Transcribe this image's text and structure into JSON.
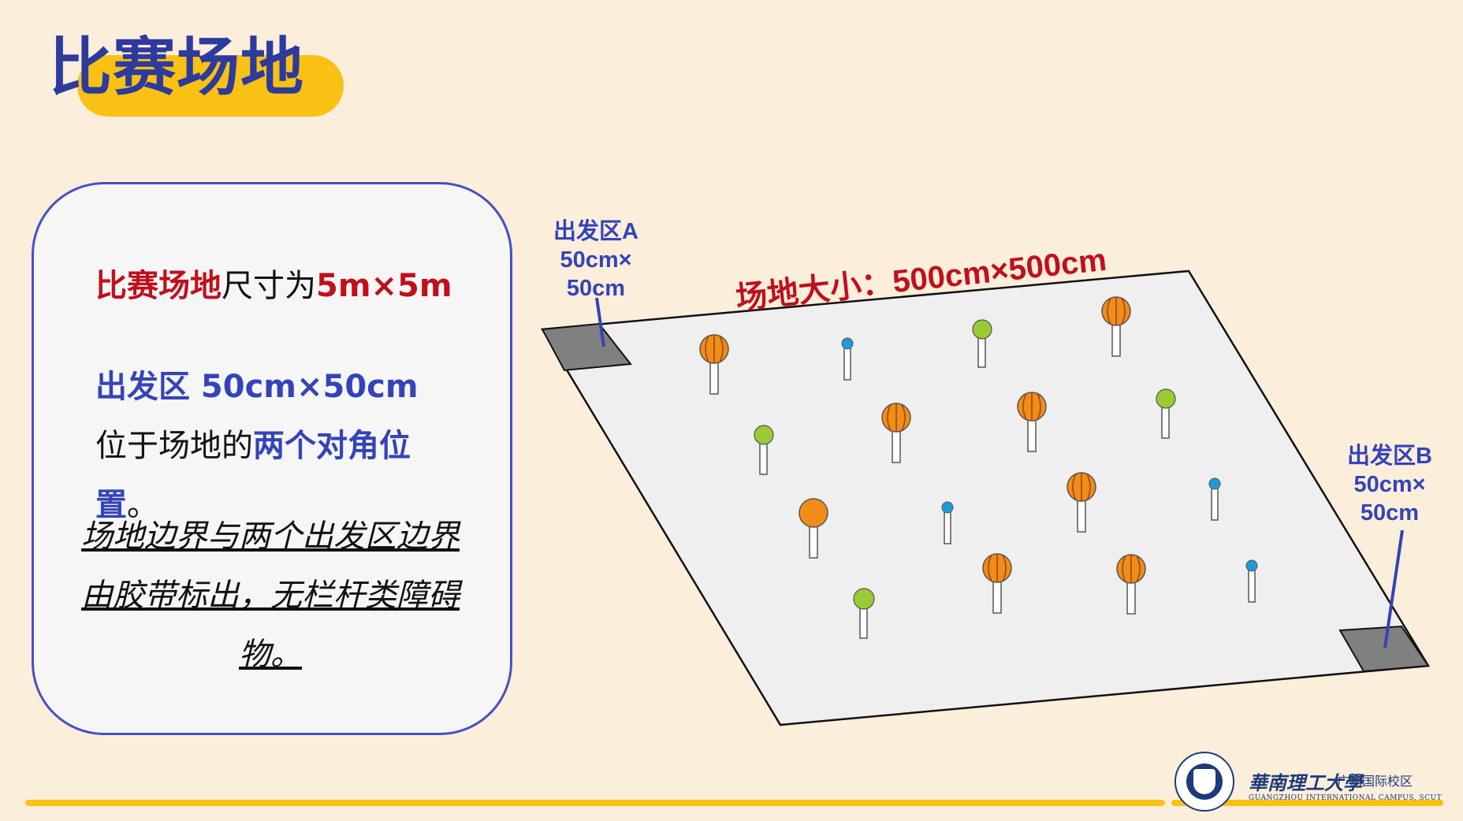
{
  "title": "比赛场地",
  "panel": {
    "line1_red": "比赛场地",
    "line1_mid": "尺寸为",
    "line1_red2": "5m×5m",
    "line2_blue": "出发区 50cm×50cm",
    "line2_mid": " 位于场地的",
    "line2_blue2": "两个对角位置",
    "line2_end": "。",
    "note": "场地边界与两个出发区边界由胶带标出，无栏杆类障碍物。"
  },
  "field": {
    "size_label": "场地大小：500cm×500cm",
    "zone_a": [
      "出发区A",
      "50cm×",
      "50cm"
    ],
    "zone_b": [
      "出发区B",
      "50cm×",
      "50cm"
    ]
  },
  "colors": {
    "background": "#fbeedb",
    "accent_yellow": "#f8c114",
    "title_blue": "#2d3a9e",
    "text_red": "#c0101c",
    "text_blue": "#3444b8",
    "field_fill": "#efefef",
    "zone_fill": "#808080",
    "ball_orange": "#f28c18",
    "ball_green": "#9acb34",
    "ball_blue": "#1f9ad8"
  },
  "logo": {
    "cn": "華南理工大學",
    "cn_campus": "广州国际校区",
    "en": "GUANGZHOU INTERNATIONAL CAMPUS, SCUT"
  }
}
